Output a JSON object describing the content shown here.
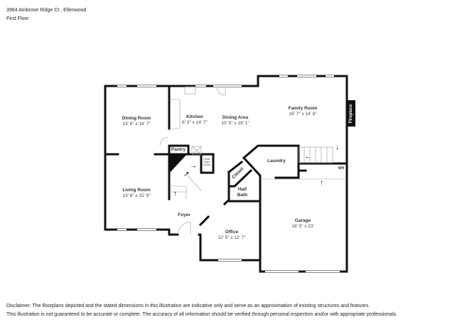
{
  "header": {
    "address": "3964 Ambrose Ridge Ct , Ellenwood",
    "floor": "First Floor"
  },
  "rooms": [
    {
      "name": "Dining Room",
      "dims": "13' 6\" x 14' 7\""
    },
    {
      "name": "Kitchen",
      "dims": "8' 3\" x 14' 7\""
    },
    {
      "name": "Dining Area",
      "dims": "10' 5\" x 19' 1\""
    },
    {
      "name": "Family Room",
      "dims": "18' 7\" x 14' 6\""
    },
    {
      "name": "Living Room",
      "dims": "13' 6\" x 15' 9\""
    },
    {
      "name": "Office",
      "dims": "12' 5\" x 12' 7\""
    },
    {
      "name": "Garage",
      "dims": "18' 5\" x 23'"
    }
  ],
  "small_labels": {
    "pantry": "Pantry",
    "laundry": "Laundry",
    "closet": "Closet",
    "half_bath": "Half Bath",
    "foyer": "Foyer",
    "under_stairs": "Under Stairs Closet",
    "water_heater": "WH",
    "fireplace": "Fireplace"
  },
  "disclaimer": {
    "line1": "Disclaimer: The floorplans depicted and the stated dimensions in this illustration are indicative only and serve as an approximation of existing structures and features.",
    "line2": "This illustration is not guaranteed to be accurate or complete. The accuracy of all information should be verified through personal inspection and/or with appropriate professionals."
  }
}
